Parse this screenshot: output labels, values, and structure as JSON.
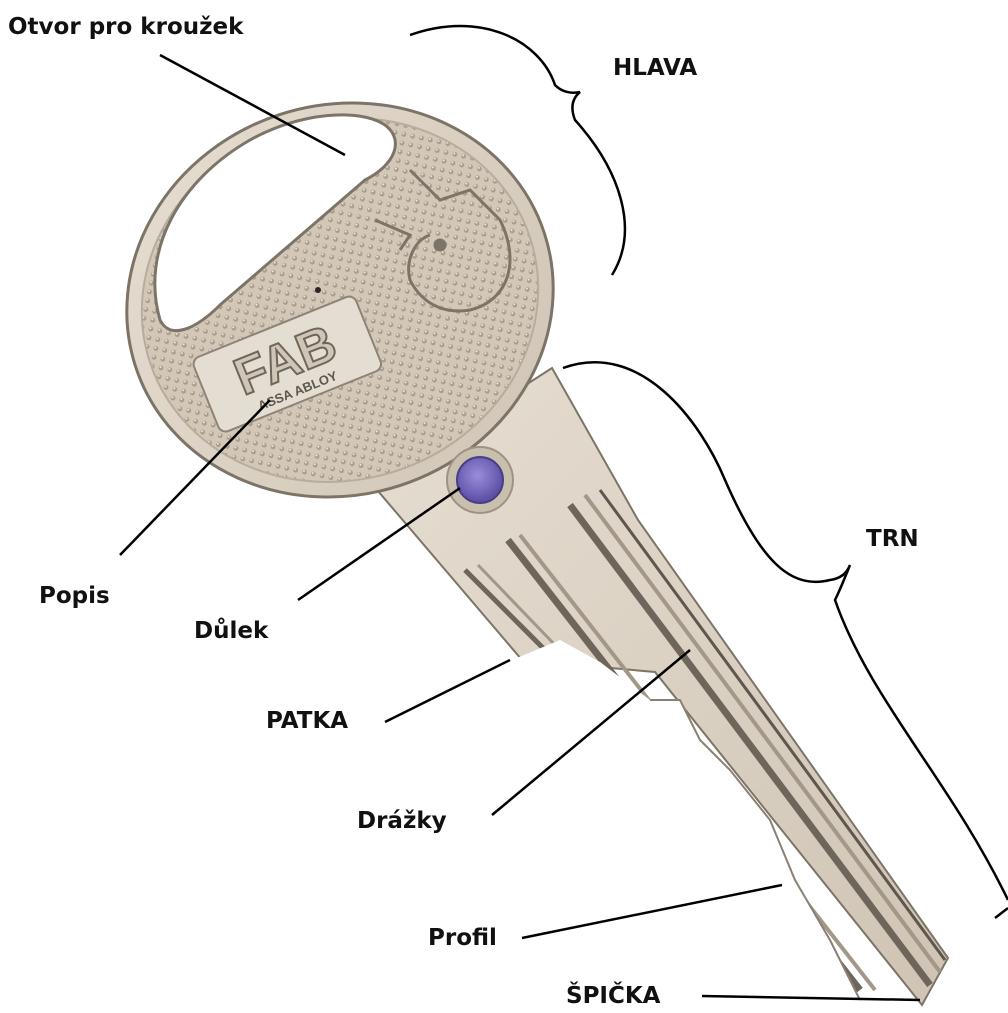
{
  "diagram": {
    "parts": {
      "ring_hole": "Otvor pro kroužek",
      "head": "HLAVA",
      "blade": "TRN",
      "inscription": "Popis",
      "dimple": "Důlek",
      "shoulder": "PATKA",
      "grooves": "Drážky",
      "profile": "Profil",
      "tip": "ŠPIČKA"
    },
    "logo_text": "FAB",
    "logo_subtext": "ASSA ABLOY"
  },
  "colors": {
    "key_metal": "#d8cec0",
    "key_edge": "#7d7468",
    "knurl_dot": "#b7aa98",
    "dimple": "#7466b8",
    "leader_line": "#000000"
  }
}
